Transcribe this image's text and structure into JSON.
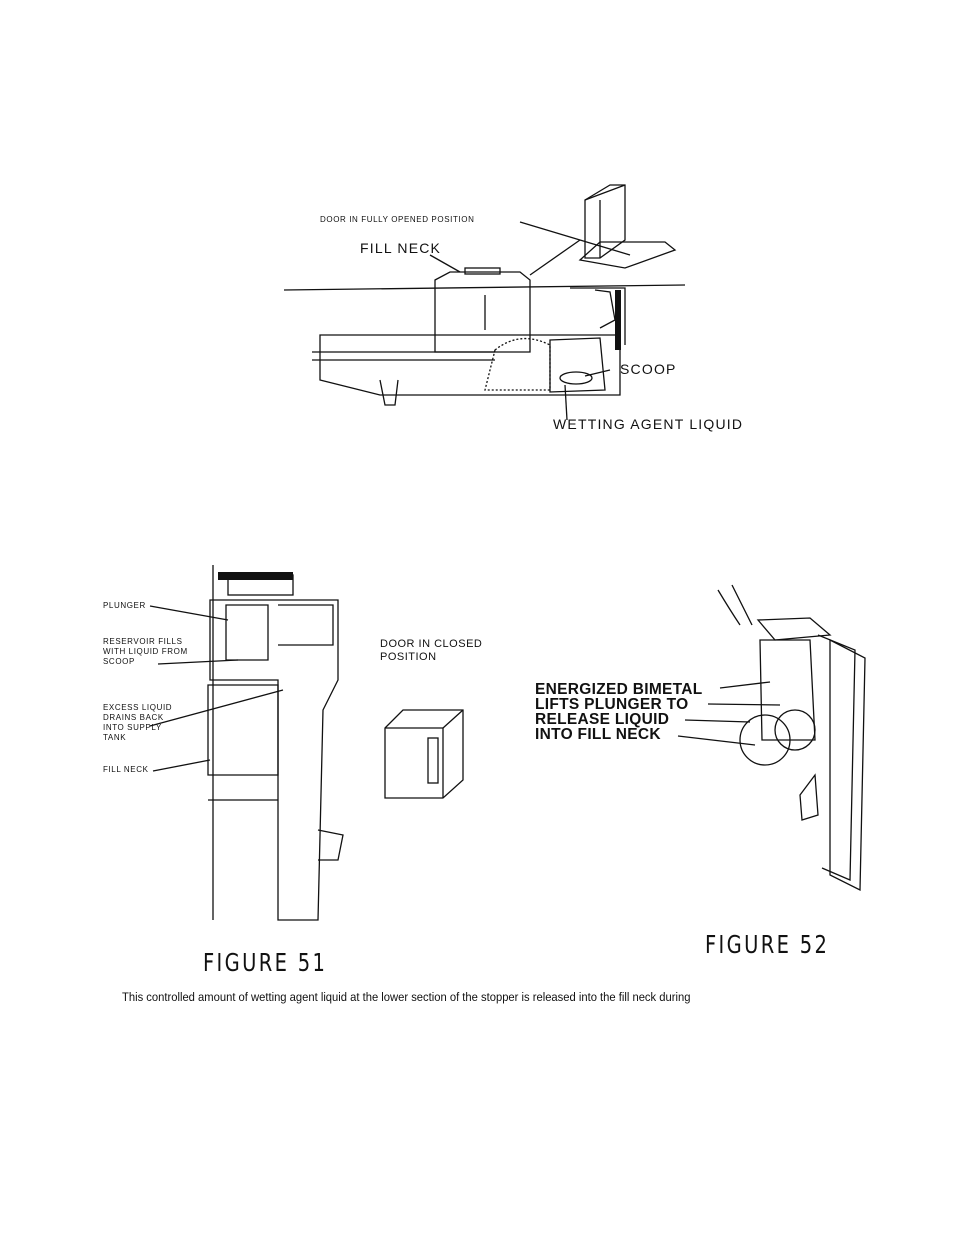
{
  "figure_top": {
    "labels": {
      "door_open": "DOOR IN FULLY OPENED POSITION",
      "fill_neck": "FILL NECK",
      "scoop": "SCOOP",
      "wetting_agent": "WETTING AGENT LIQUID"
    }
  },
  "figure_51": {
    "title": "FIGURE 51",
    "labels": {
      "plunger": "PLUNGER",
      "reservoir_l1": "RESERVOIR FILLS",
      "reservoir_l2": "WITH LIQUID FROM",
      "reservoir_l3": "SCOOP",
      "excess_l1": "EXCESS LIQUID",
      "excess_l2": "DRAINS BACK",
      "excess_l3": "INTO SUPPLY",
      "excess_l4": "TANK",
      "fill_neck": "FILL NECK",
      "door_closed_l1": "DOOR IN CLOSED",
      "door_closed_l2": "POSITION"
    }
  },
  "figure_52": {
    "title": "FIGURE 52",
    "labels": {
      "l1": "ENERGIZED BIMETAL",
      "l2": "LIFTS PLUNGER TO",
      "l3": "RELEASE LIQUID",
      "l4": "INTO FILL NECK"
    }
  },
  "caption": "This controlled amount of wetting agent liquid at the lower section of the stopper is released into the fill neck during"
}
